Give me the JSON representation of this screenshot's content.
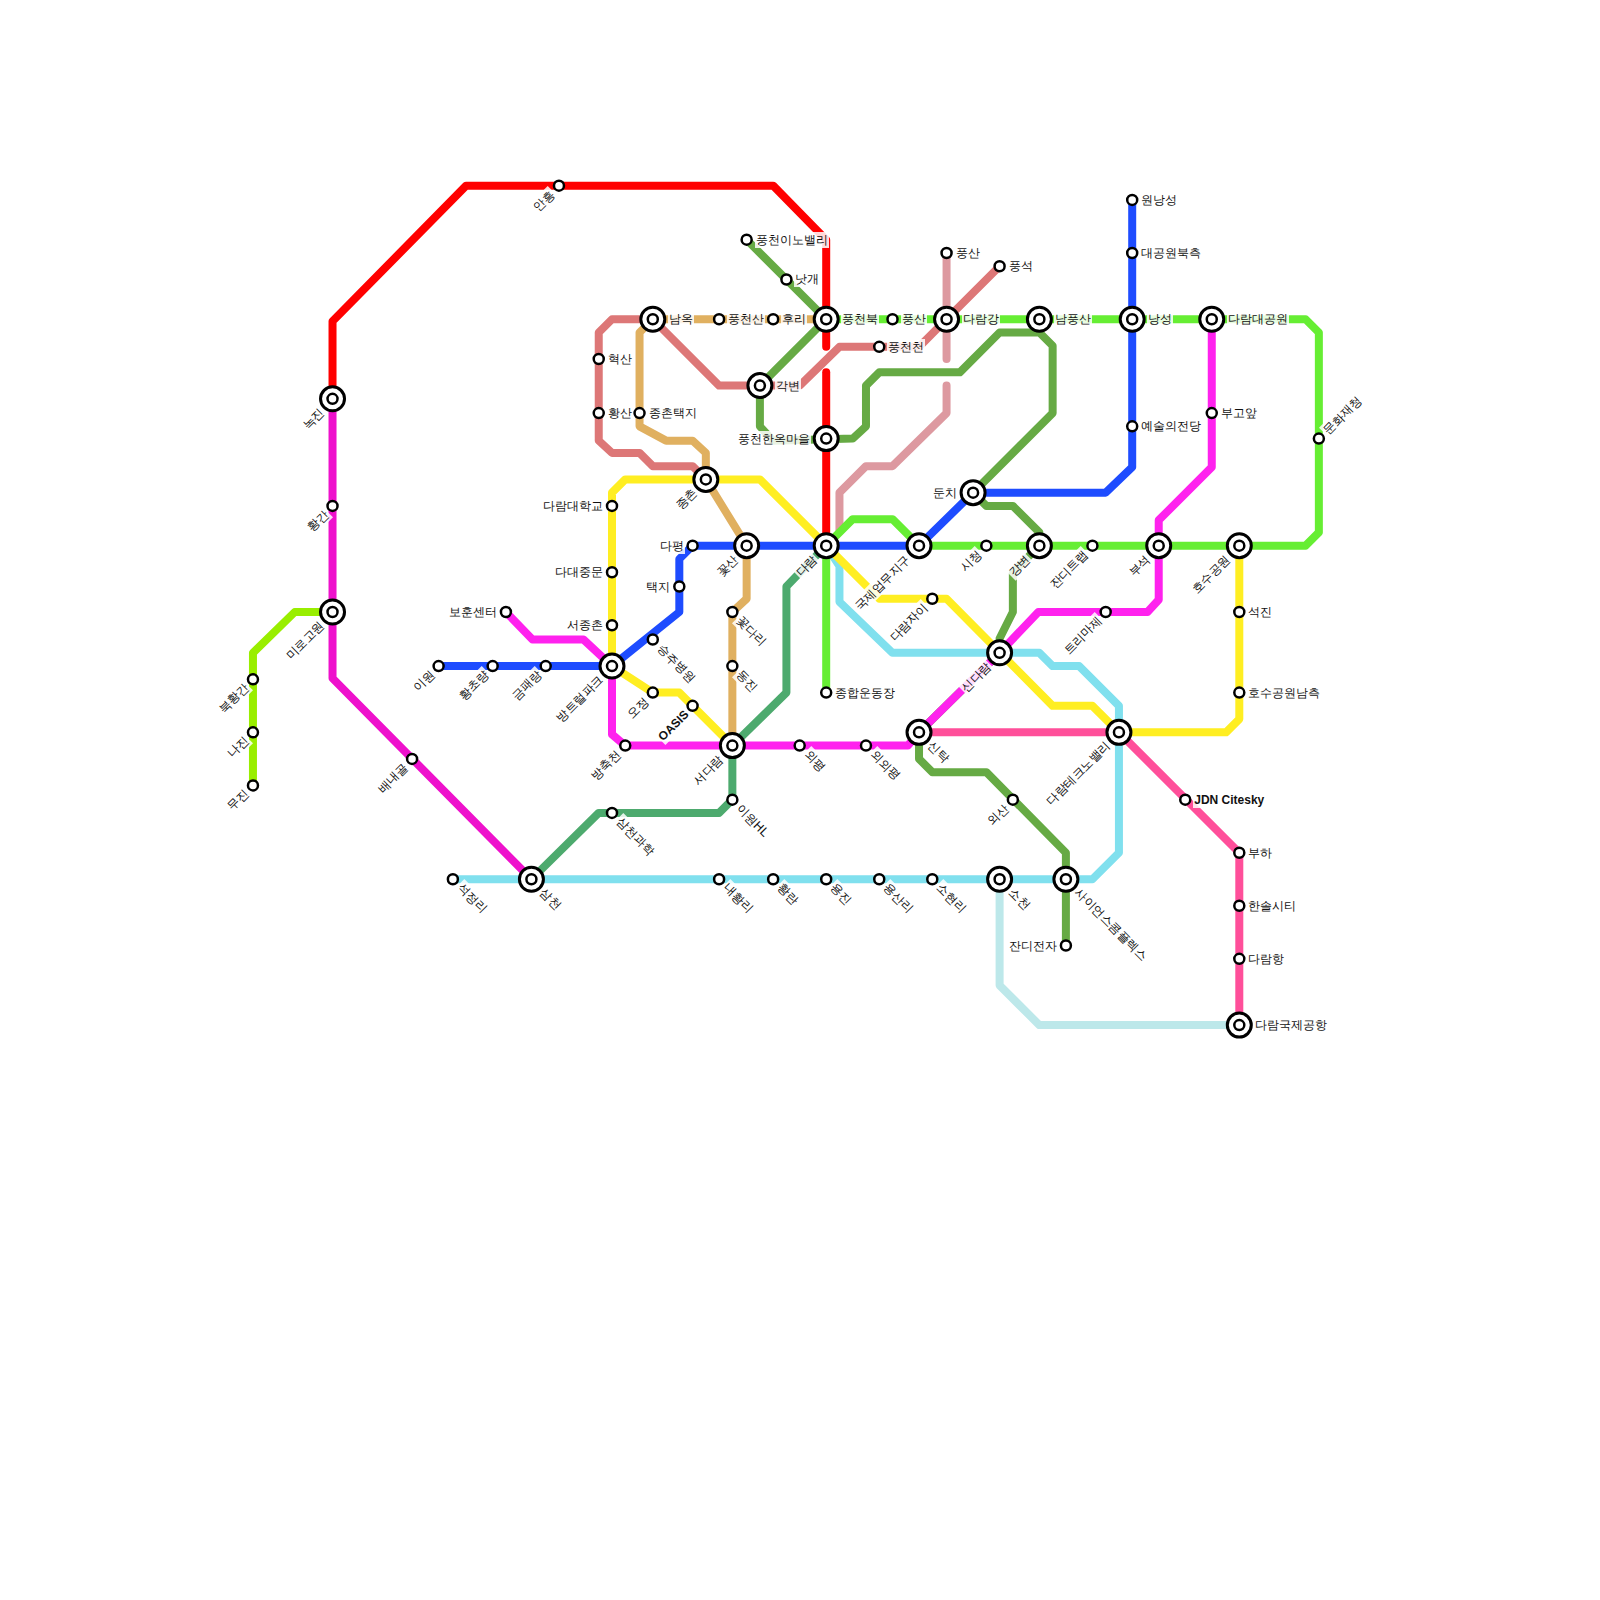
{
  "diagram": {
    "labels": [
      "안흥",
      "녹진",
      "황간",
      "미로고원",
      "배내골",
      "북황간",
      "나진",
      "무진",
      "풍천이노밸리",
      "낫개",
      "남옥",
      "풍천산",
      "후리",
      "풍천북",
      "풍산",
      "풍천천",
      "다람강",
      "풍산",
      "풍석",
      "남풍산",
      "원낭성",
      "대공원북측",
      "낭성",
      "다람대공원",
      "예술의전당",
      "부고앞",
      "문화재청",
      "혁산",
      "황산",
      "종촌택지",
      "각변",
      "풍천한옥마을",
      "종촌",
      "다람대학교",
      "다대중문",
      "서종촌",
      "다평",
      "택지",
      "꽃산",
      "다람",
      "국제업무지구",
      "둔치",
      "시청",
      "강변",
      "잔디트랩",
      "부석",
      "호수공원",
      "석진",
      "호수공원남측",
      "보훈센터",
      "이원",
      "황초량",
      "금패랑",
      "방트럴파크",
      "승주병원",
      "꽃다리",
      "동진",
      "오정",
      "OASIS",
      "방축천",
      "서다람",
      "외평",
      "외외평",
      "이원HL",
      "삼천과학",
      "종합운동장",
      "다람자이",
      "신다람",
      "트리마제",
      "신탁",
      "다람테크노밸리",
      "외산",
      "JDN Citesky",
      "부하",
      "한솔시티",
      "다람항",
      "다람국제공항",
      "석정리",
      "삼천",
      "내황리",
      "황란",
      "용진",
      "용산리",
      "소현리",
      "소천",
      "사이언스콤플렉스",
      "잔디전자"
    ]
  }
}
